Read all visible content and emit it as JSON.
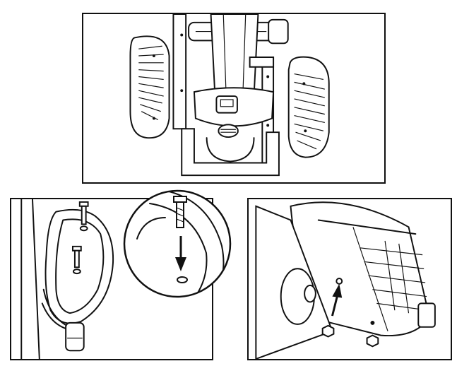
{
  "figure": {
    "panels": [
      {
        "id": "overview",
        "subject": "elliptical-front-view-pedals"
      },
      {
        "id": "pedal-screw",
        "subject": "pedal-bolt-insertion"
      },
      {
        "id": "pedal-nut",
        "subject": "pedal-nut-fastening"
      }
    ],
    "icons": [
      "arrow-down-icon",
      "arrow-up-icon",
      "bolt-icon",
      "nut-icon",
      "pedal-icon"
    ],
    "colors": {
      "line": "#111111",
      "background": "#ffffff"
    }
  }
}
